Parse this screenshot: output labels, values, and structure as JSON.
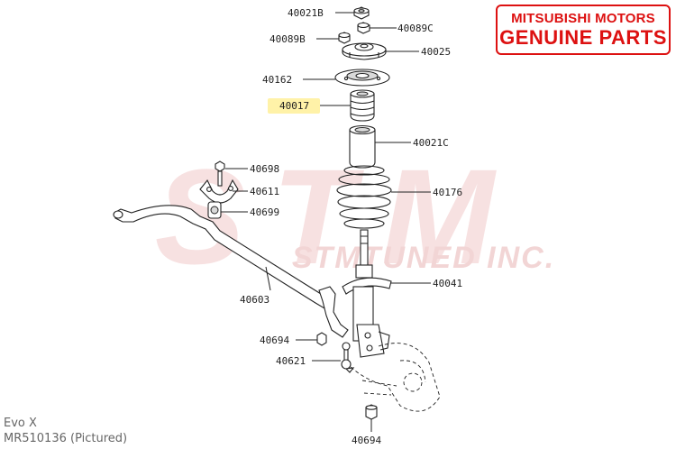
{
  "badge": {
    "line1": "MITSUBISHI MOTORS",
    "line2": "GENUINE PARTS"
  },
  "watermark": {
    "big": "STM",
    "tagline": "STMTUNED INC."
  },
  "caption": {
    "model": "Evo X",
    "part_number": "MR510136  (Pictured)"
  },
  "callouts": {
    "c40021B": "40021B",
    "c40089C": "40089C",
    "c40089B": "40089B",
    "c40025": "40025",
    "c40162": "40162",
    "c40017": "40017",
    "c40021C": "40021C",
    "c40698": "40698",
    "c40611": "40611",
    "c40699": "40699",
    "c40176": "40176",
    "c40603": "40603",
    "c40041": "40041",
    "c40694a": "40694",
    "c40621": "40621",
    "c40694b": "40694"
  },
  "highlight_color": "#fff2a8",
  "brand_color": "#dd1111",
  "watermark_color": "#f1c9c9"
}
